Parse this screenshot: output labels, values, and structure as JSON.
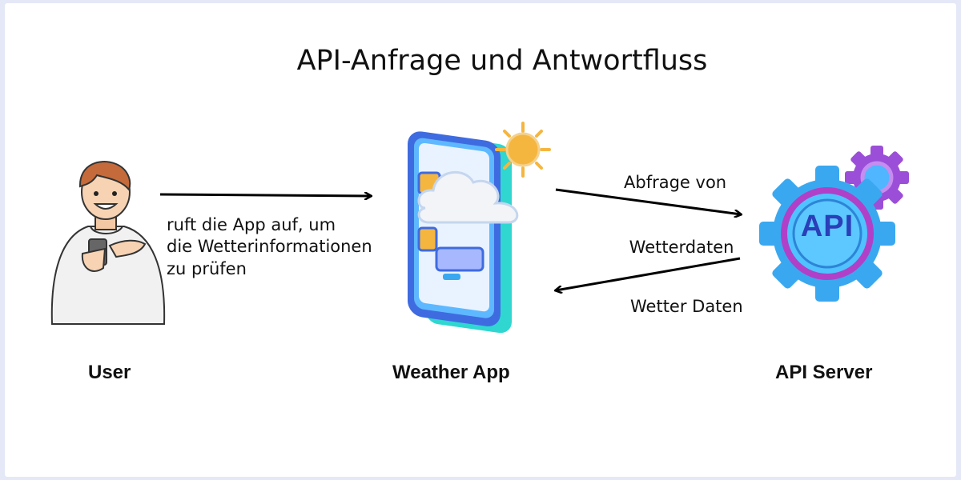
{
  "title": "API-Anfrage und Antwortfluss",
  "nodes": {
    "user": "User",
    "app": "Weather App",
    "server": "API Server"
  },
  "edges": {
    "user_to_app": [
      "ruft die App auf, um",
      "die Wetterinformationen",
      "zu prüfen"
    ],
    "app_to_server": [
      "Abfrage von",
      " Wetterdaten"
    ],
    "server_to_app": "Wetter Daten"
  },
  "server_icon_text": "API",
  "colors": {
    "accent_blue": "#3aa8f0",
    "accent_purple": "#9b4fd8",
    "sun": "#f5b640",
    "arrow": "#000000"
  }
}
